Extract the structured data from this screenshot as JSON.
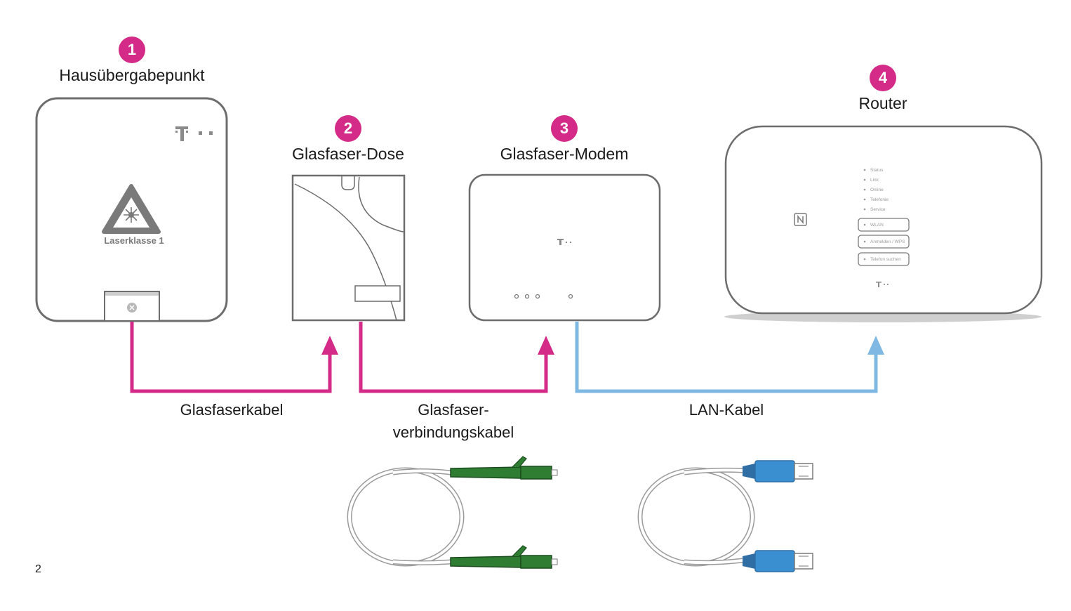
{
  "devices": [
    {
      "number": "1",
      "title": "Hausübergabepunkt",
      "label": "Laserklasse 1"
    },
    {
      "number": "2",
      "title": "Glasfaser-Dose"
    },
    {
      "number": "3",
      "title": "Glasfaser-Modem"
    },
    {
      "number": "4",
      "title": "Router",
      "leds": [
        "Status",
        "Link",
        "Online",
        "Telefonie",
        "Service"
      ],
      "buttons": [
        "WLAN",
        "Anmelden / WPS",
        "Telefon suchen"
      ]
    }
  ],
  "cables": {
    "fiber": {
      "label": "Glasfaserkabel",
      "color": "#d32b87"
    },
    "fiber_connection": {
      "label_line1": "Glasfaser-",
      "label_line2": "verbindungskabel",
      "color": "#d32b87"
    },
    "lan": {
      "label": "LAN-Kabel",
      "color": "#7fb8e3"
    }
  },
  "brand_mark": "T··",
  "page_number": "2"
}
